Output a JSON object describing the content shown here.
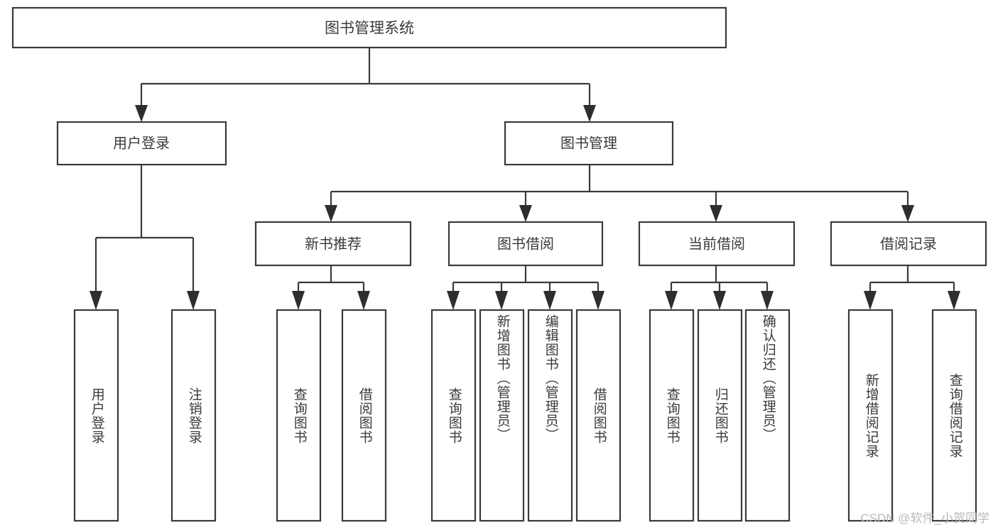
{
  "diagram": {
    "kind": "hierarchy-tree",
    "title": "图书管理系统",
    "watermark": "CSDN @软件_小贺同学",
    "colors": {
      "stroke": "#3a3a3a",
      "fill": "#ffffff",
      "text": "#3a3a3a",
      "arrow": "#2e2e2e",
      "watermark": "#b9b9b9",
      "background": "#ffffff"
    },
    "root": {
      "label": "图书管理系统"
    },
    "level1": [
      {
        "label": "用户登录"
      },
      {
        "label": "图书管理"
      }
    ],
    "level2": [
      {
        "label": "新书推荐"
      },
      {
        "label": "图书借阅"
      },
      {
        "label": "当前借阅"
      },
      {
        "label": "借阅记录"
      }
    ],
    "leaves": [
      {
        "label": "用户登录",
        "parent": "用户登录"
      },
      {
        "label": "注销登录",
        "parent": "用户登录"
      },
      {
        "label": "查询图书",
        "parent": "新书推荐"
      },
      {
        "label": "借阅图书",
        "parent": "新书推荐"
      },
      {
        "label": "查询图书",
        "parent": "图书借阅"
      },
      {
        "label": "新增图书（管理员）",
        "parent": "图书借阅"
      },
      {
        "label": "编辑图书（管理员）",
        "parent": "图书借阅"
      },
      {
        "label": "借阅图书",
        "parent": "图书借阅"
      },
      {
        "label": "查询图书",
        "parent": "当前借阅"
      },
      {
        "label": "归还图书",
        "parent": "当前借阅"
      },
      {
        "label": "确认归还（管理员）",
        "parent": "当前借阅"
      },
      {
        "label": "新增借阅记录",
        "parent": "借阅记录"
      },
      {
        "label": "查询借阅记录",
        "parent": "借阅记录"
      }
    ]
  }
}
